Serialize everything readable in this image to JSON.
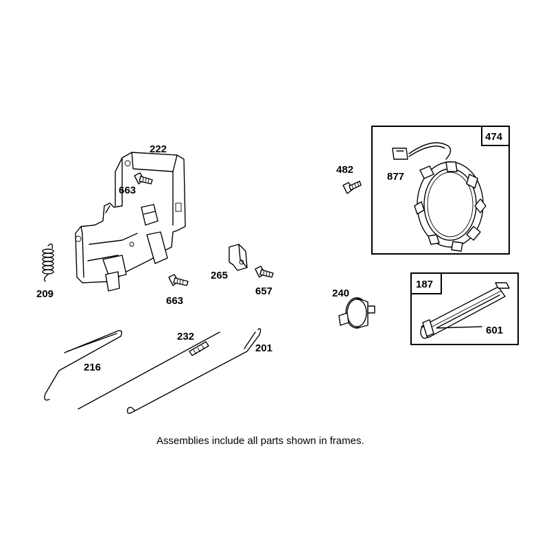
{
  "caption": "Assemblies include all parts shown in frames.",
  "frames": {
    "stator_frame_label": "474",
    "fuel_line_frame_label": "187"
  },
  "labels": {
    "bracket": "222",
    "screw_upper": "663",
    "screw_lower": "663",
    "spring": "209",
    "clip": "265",
    "screw_657": "657",
    "link_216": "216",
    "link_232": "232",
    "link_201": "201",
    "screw_482": "482",
    "harness_877": "877",
    "filter_240": "240",
    "clamp_601": "601"
  }
}
